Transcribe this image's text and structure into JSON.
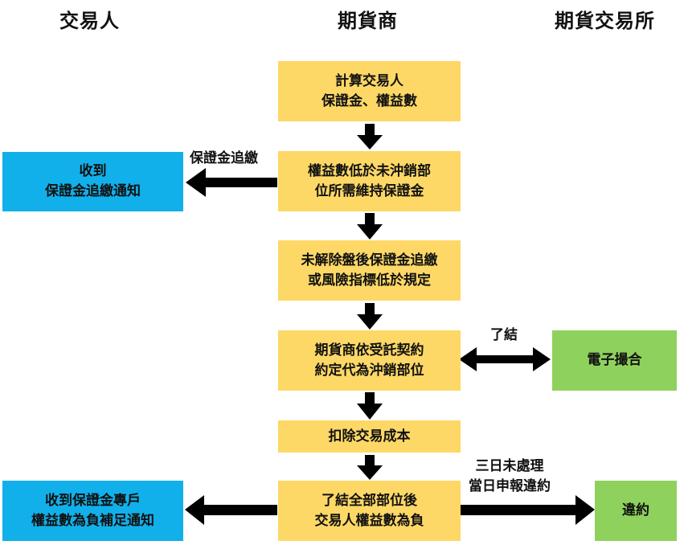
{
  "headers": {
    "trader": "交易人",
    "fcm": "期貨商",
    "exchange": "期貨交易所"
  },
  "flow": {
    "step1": {
      "line1": "計算交易人",
      "line2": "保證金、權益數"
    },
    "step2": {
      "line1": "權益數低於未沖銷部",
      "line2": "位所需維持保證金"
    },
    "step3": {
      "line1": "未解除盤後保證金追繳",
      "line2": "或風險指標低於規定"
    },
    "step4": {
      "line1": "期貨商依受託契約",
      "line2": "約定代為沖銷部位"
    },
    "step5": {
      "line1": "扣除交易成本"
    },
    "step6": {
      "line1": "了結全部部位後",
      "line2": "交易人權益數為負"
    }
  },
  "trader": {
    "notice1": {
      "line1": "收到",
      "line2": "保證金追繳通知"
    },
    "notice2": {
      "line1": "收到保證金專戶",
      "line2": "權益數為負補足通知"
    }
  },
  "exchange": {
    "matching": {
      "label": "電子撮合"
    },
    "default": {
      "label": "違約"
    }
  },
  "edge_labels": {
    "margin_call": "保證金追繳",
    "close_out": "了結",
    "report_line1": "三日未處理",
    "report_line2": "當日申報違約"
  },
  "colors": {
    "yellow": "#fdd866",
    "blue": "#12b0ea",
    "green": "#8fd15d",
    "arrow": "#000000"
  }
}
